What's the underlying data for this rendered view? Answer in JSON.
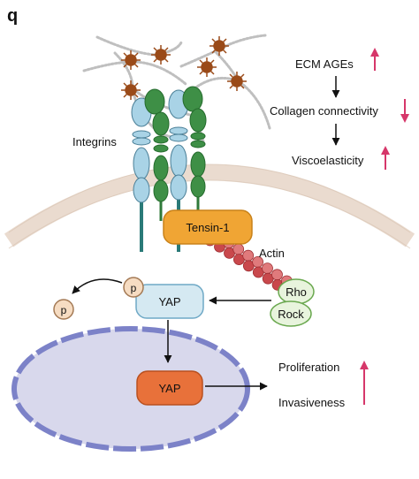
{
  "panel_label": "q",
  "labels": {
    "integrins": "Integrins",
    "tensin": "Tensin-1",
    "actin": "Actin",
    "rho": "Rho",
    "rock": "Rock",
    "yap_cytoplasm": "YAP",
    "yap_nucleus": "YAP",
    "phospho_1": "p",
    "phospho_2": "p"
  },
  "cascade": [
    {
      "text": "ECM AGEs",
      "trend": "up"
    },
    {
      "text": "Collagen connectivity",
      "trend": "down"
    },
    {
      "text": "Viscoelasticity",
      "trend": "up"
    }
  ],
  "outcomes": {
    "items": [
      "Proliferation",
      "Invasiveness"
    ],
    "trend": "up"
  },
  "colors": {
    "membrane": "#eadbcf",
    "integrin_blue": "#a9d3e6",
    "integrin_green": "#3e8f46",
    "integrin_teal": "#2a7a78",
    "tensin": "#f0a534",
    "actin": "#c9484c",
    "rho_rock": "#e8f4dd",
    "yap_cyto": "#d5e9f2",
    "yap_nuc": "#e8713a",
    "nucleus": "#d8d8ec",
    "nuclear_envelope": "#7c82c8",
    "phospho": "#f6dcc2",
    "ecm_star": "#9a4a18",
    "trend_arrow": "#d6376a"
  }
}
